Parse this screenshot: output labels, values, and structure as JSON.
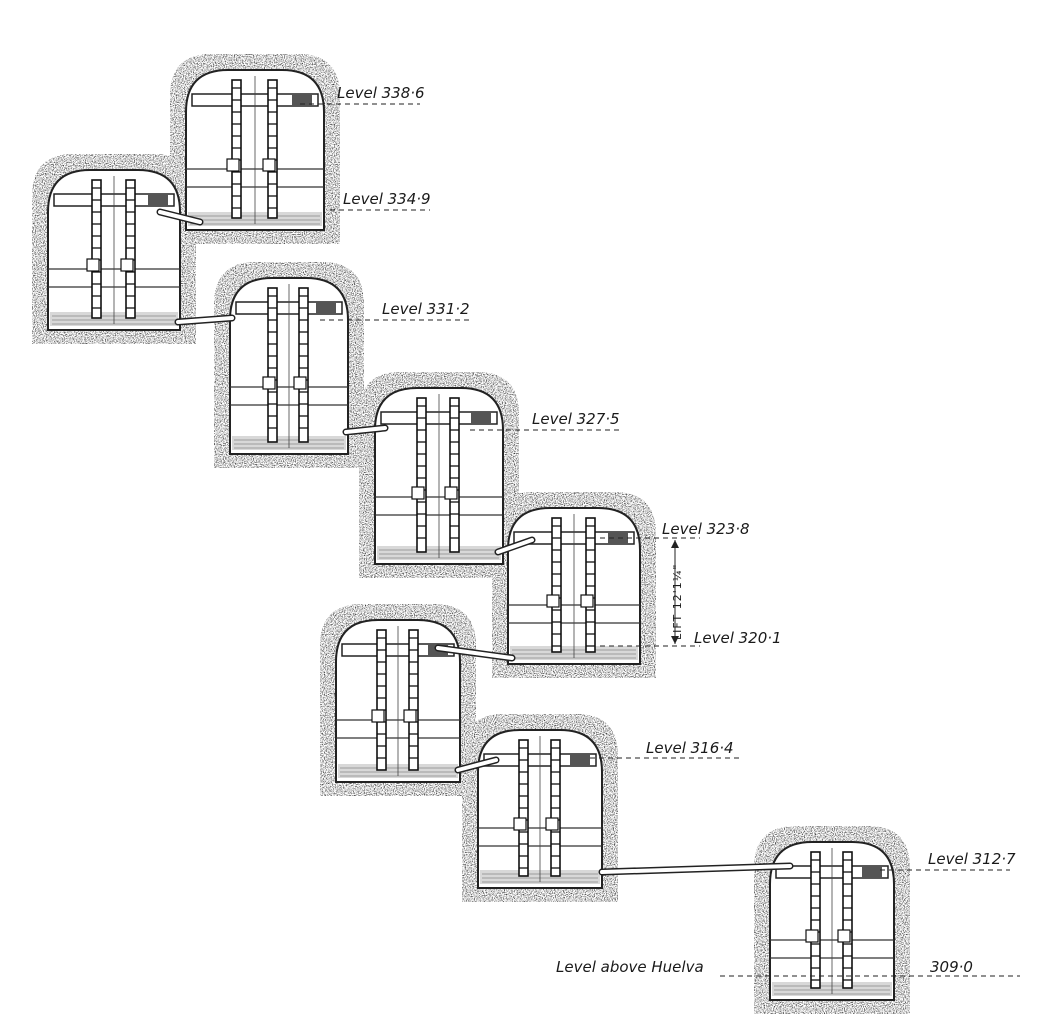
{
  "diagram": {
    "levels": [
      {
        "id": "l1",
        "text": "Level 338·6"
      },
      {
        "id": "l2",
        "text": "Level 334·9"
      },
      {
        "id": "l3",
        "text": "Level 331·2"
      },
      {
        "id": "l4",
        "text": "Level 327·5"
      },
      {
        "id": "l5",
        "text": "Level 323·8"
      },
      {
        "id": "l6",
        "text": "Level 320·1"
      },
      {
        "id": "l7",
        "text": "Level 316·4"
      },
      {
        "id": "l8",
        "text": "Level 312·7"
      }
    ],
    "lift_label": "LIFT 12'1¼\"",
    "bottom_label": "Level above Huelva",
    "bottom_value": "309·0"
  }
}
